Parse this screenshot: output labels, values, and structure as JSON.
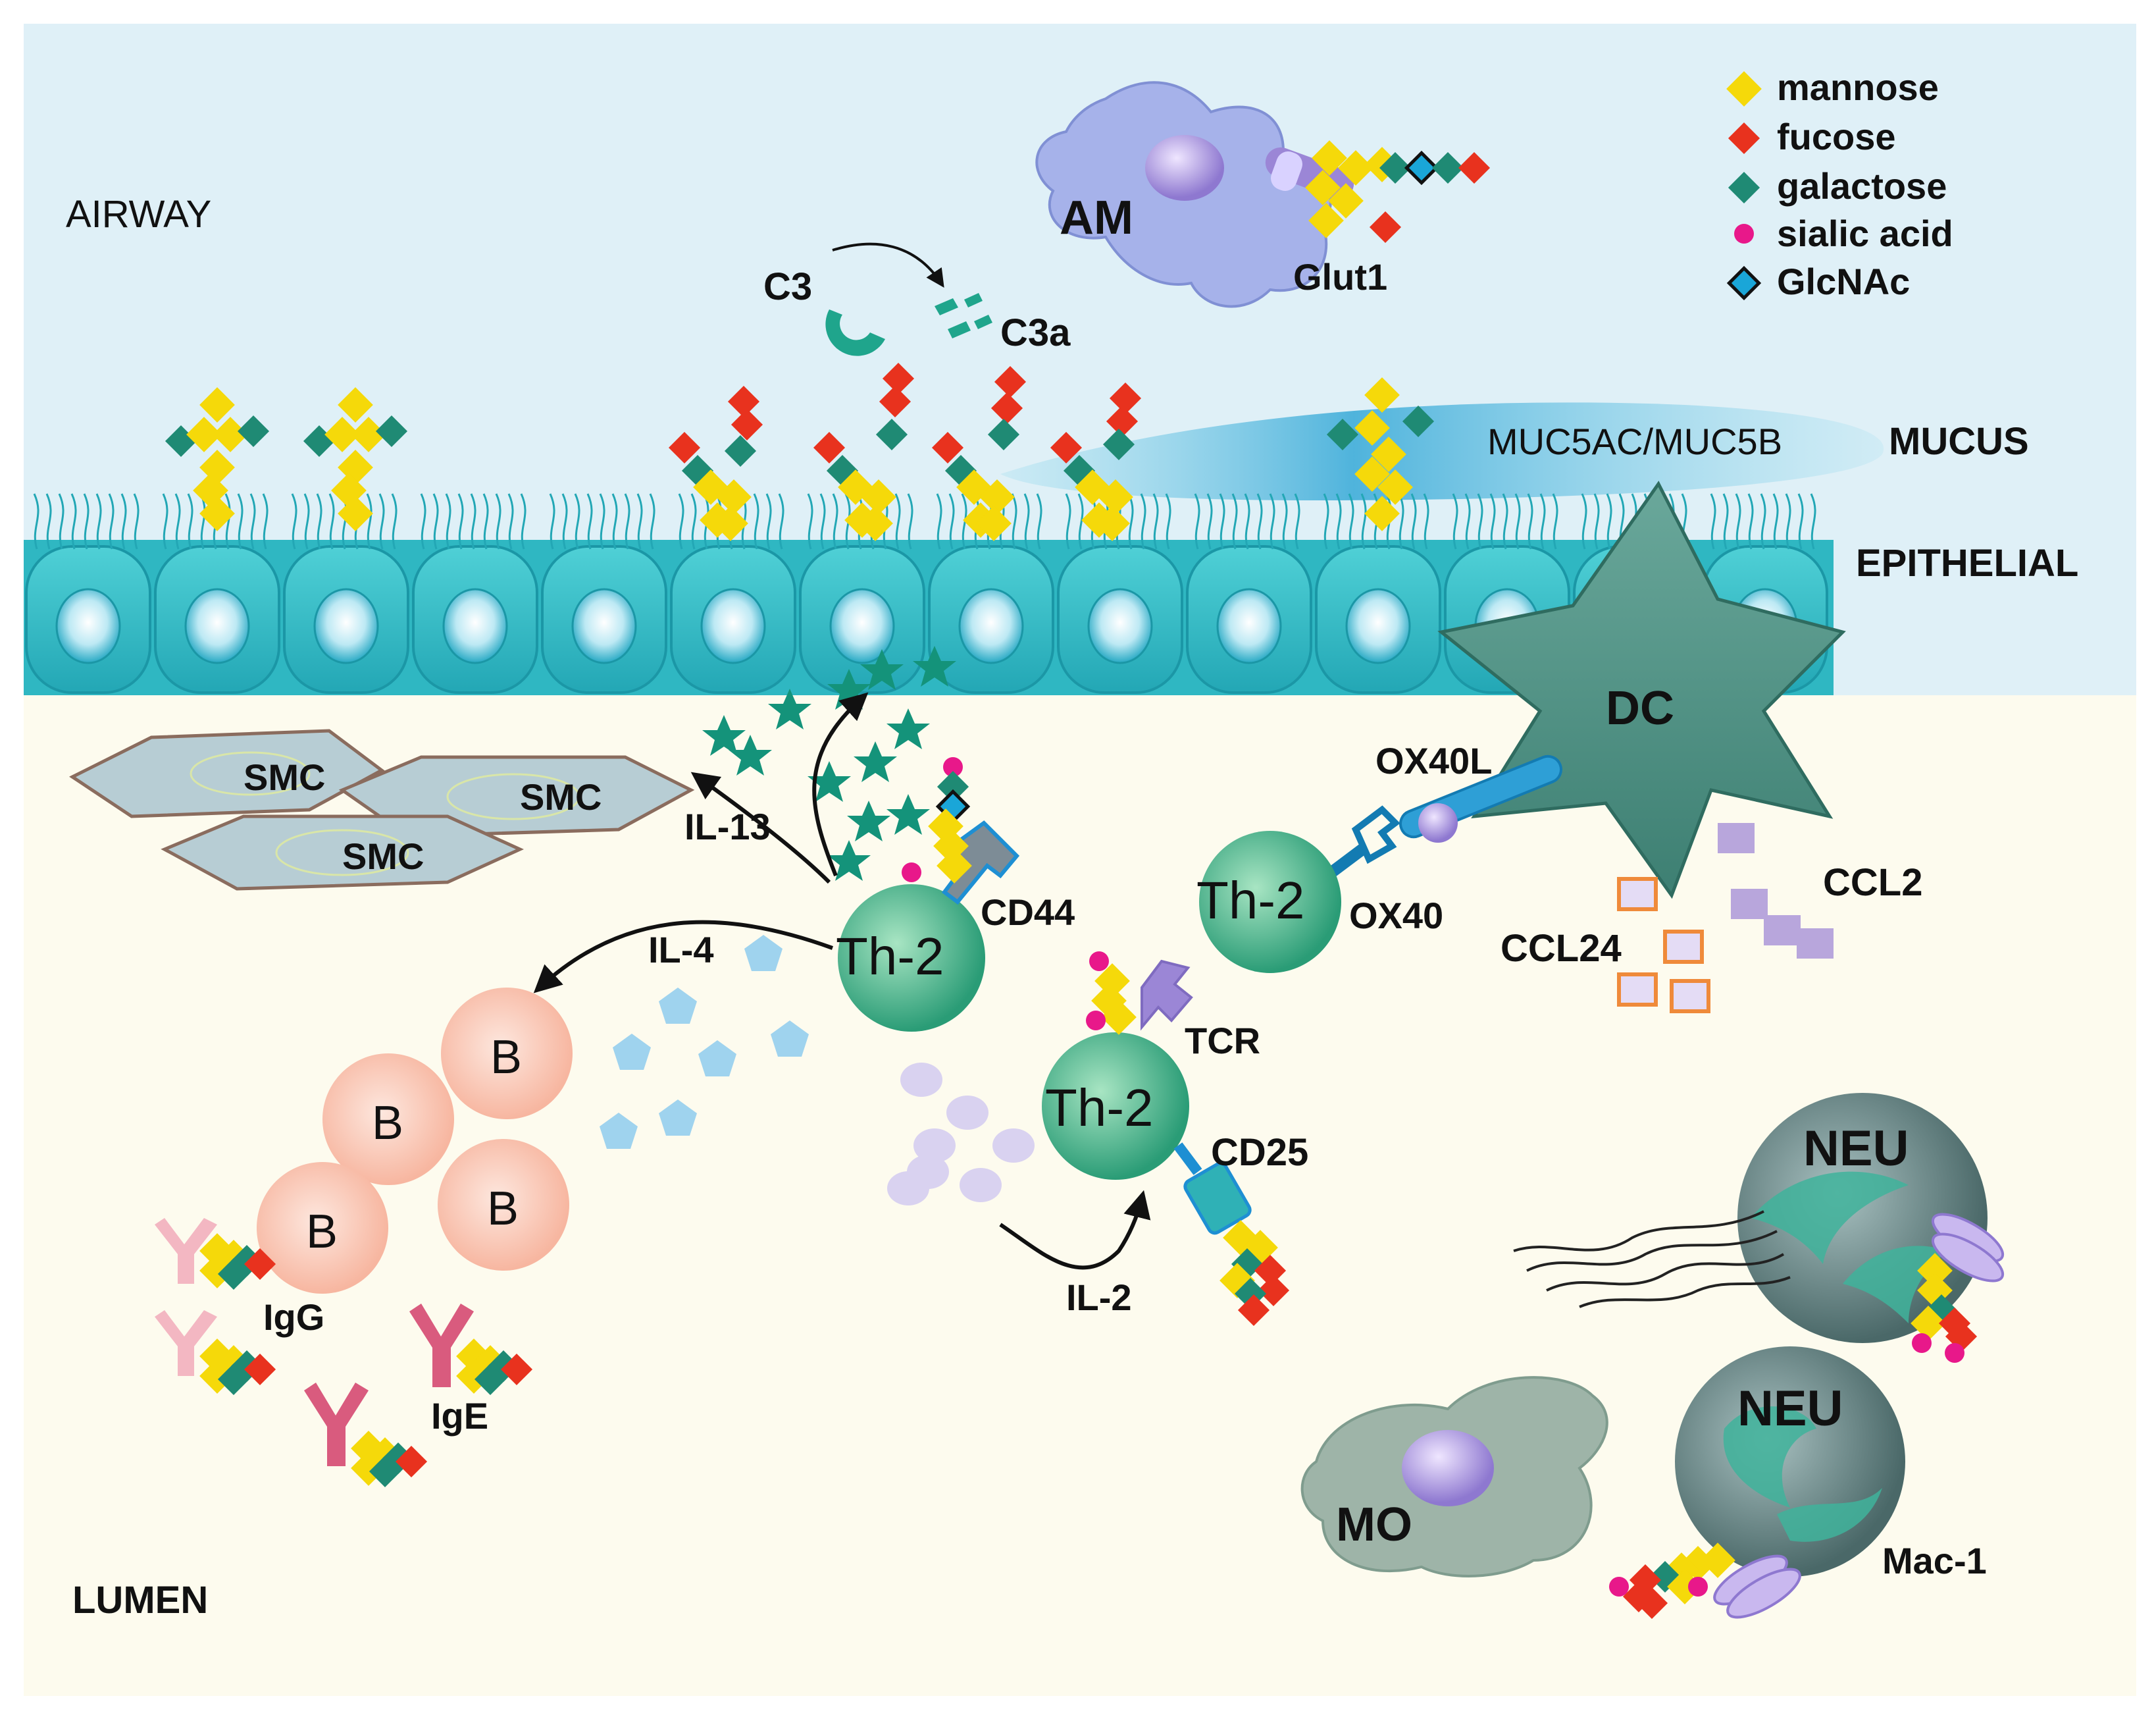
{
  "regions": {
    "airway": "AIRWAY",
    "lumen": "LUMEN",
    "epithelial": "EPITHELIAL",
    "mucus": "MUCUS",
    "mucins": "MUC5AC/MUC5B"
  },
  "legend": [
    {
      "label": "mannose",
      "color": "#f5d90a",
      "shape": "diamond"
    },
    {
      "label": "fucose",
      "color": "#e8321e",
      "shape": "diamond"
    },
    {
      "label": "galactose",
      "color": "#1f8a74",
      "shape": "diamond"
    },
    {
      "label": "sialic acid",
      "color": "#e8188a",
      "shape": "circle"
    },
    {
      "label": "GlcNAc",
      "color": "#1aa6d8",
      "shape": "diamond-outlined"
    }
  ],
  "cells": {
    "am": "AM",
    "dc": "DC",
    "smc": "SMC",
    "th2": "Th-2",
    "b": "B",
    "neu": "NEU",
    "mo": "MO"
  },
  "molecules": {
    "glut1": "Glut1",
    "c3": "C3",
    "c3a": "C3a",
    "il13": "IL-13",
    "il4": "IL-4",
    "il2": "IL-2",
    "cd44": "CD44",
    "tcr": "TCR",
    "cd25": "CD25",
    "ox40l": "OX40L",
    "ox40": "OX40",
    "ccl2": "CCL2",
    "ccl24": "CCL24",
    "igg": "IgG",
    "ige": "IgE",
    "mac1": "Mac-1"
  },
  "colors": {
    "airway_bg": "#dff0f7",
    "lumen_bg": "#fdfbee",
    "epithelium": "#2fbcc6",
    "th2": "#2e9c77",
    "b_cell": "#f9c3b0",
    "dc": "#4e8f84",
    "neu": "#5e7a7a",
    "mo": "#8aaa9a",
    "am": "#9aa8e3",
    "il4": "#9fd3ee",
    "il13": "#14937a",
    "il2": "#d9d2f0",
    "ccl2": "#b8a6dc",
    "ccl24": "#ef8a3a"
  }
}
